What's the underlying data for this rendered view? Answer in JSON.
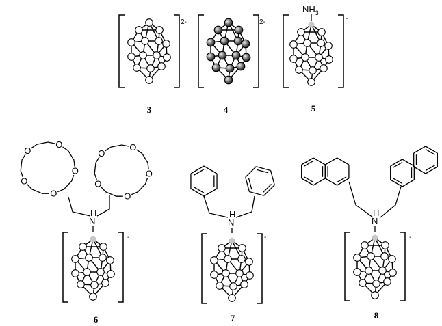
{
  "compounds": [
    {
      "id": "3",
      "label": "3",
      "charge": "2-"
    },
    {
      "id": "4",
      "label": "4",
      "charge": "2-"
    },
    {
      "id": "5",
      "label": "5",
      "charge": "-",
      "substituent": "NH",
      "substituent_sub": "3"
    },
    {
      "id": "6",
      "label": "6",
      "charge": "-",
      "amine": "N",
      "amine_h": "H",
      "crown_atom": "O"
    },
    {
      "id": "7",
      "label": "7",
      "charge": "-",
      "amine": "N",
      "amine_h": "H"
    },
    {
      "id": "8",
      "label": "8",
      "charge": "-",
      "amine": "N",
      "amine_h": "H"
    }
  ],
  "colors": {
    "boron_vertex": "#ffffff",
    "heavy_vertex": "#555555",
    "substituted_vertex": "#c8c8c8"
  }
}
